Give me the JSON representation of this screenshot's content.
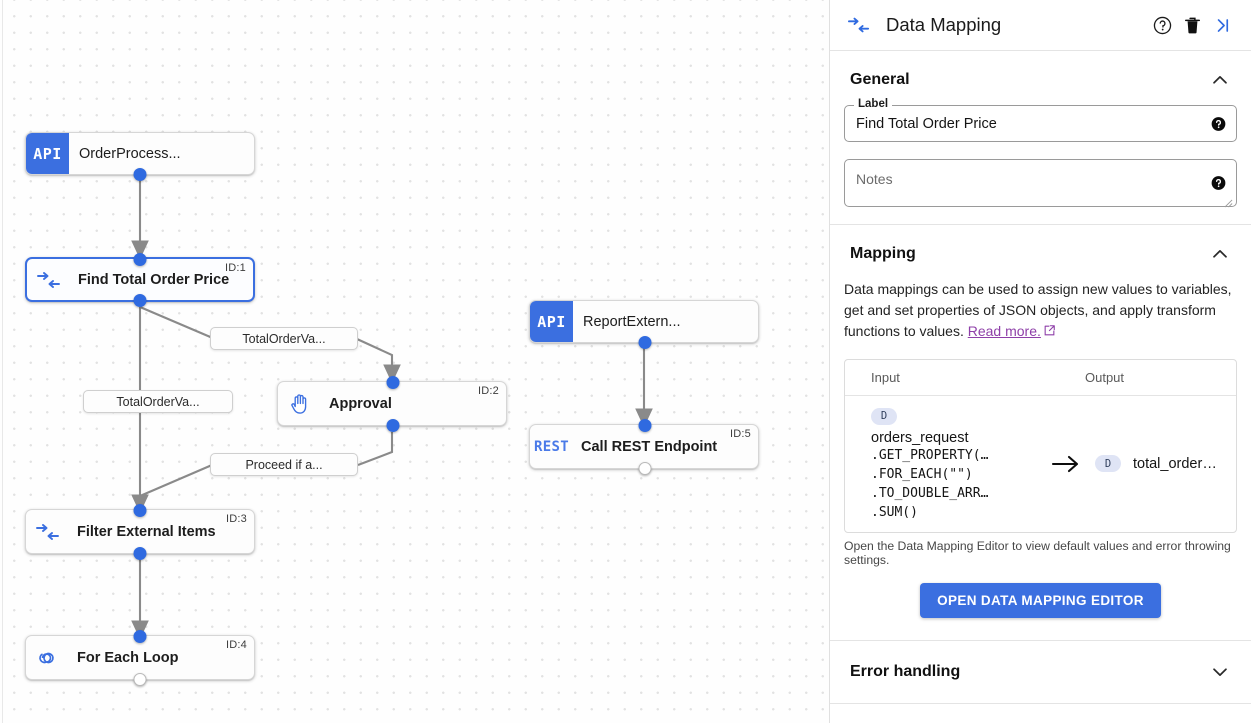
{
  "canvas": {
    "nodes": [
      {
        "id": "n0",
        "label": "OrderProcess...",
        "icon_name": "api-icon",
        "icon_text": "API",
        "kind": "api",
        "id_tag": ""
      },
      {
        "id": "n1",
        "label": "Find Total Order Price",
        "icon_name": "data-mapping-icon",
        "icon_text": "",
        "kind": "plain",
        "id_tag": "ID:1"
      },
      {
        "id": "n2",
        "label": "Approval",
        "icon_name": "hand-approval-icon",
        "icon_text": "",
        "kind": "plain",
        "id_tag": "ID:2"
      },
      {
        "id": "n3",
        "label": "Filter External Items",
        "icon_name": "data-mapping-icon",
        "icon_text": "",
        "kind": "plain",
        "id_tag": "ID:3"
      },
      {
        "id": "n4",
        "label": "For Each Loop",
        "icon_name": "loop-icon",
        "icon_text": "",
        "kind": "plain",
        "id_tag": "ID:4"
      },
      {
        "id": "n5",
        "label": "ReportExtern...",
        "icon_name": "api-icon",
        "icon_text": "API",
        "kind": "api",
        "id_tag": ""
      },
      {
        "id": "n6",
        "label": "Call REST Endpoint",
        "icon_name": "rest-icon",
        "icon_text": "REST",
        "kind": "plain",
        "id_tag": "ID:5"
      }
    ],
    "edge_labels": [
      {
        "id": "e0",
        "text": "TotalOrderVa..."
      },
      {
        "id": "e1",
        "text": "TotalOrderVa..."
      },
      {
        "id": "e2",
        "text": "Proceed if a..."
      }
    ]
  },
  "panel": {
    "title": "Data Mapping",
    "header_icons": {
      "help": "help-circle-icon",
      "delete": "trash-icon",
      "collapse": "collapse-panel-icon"
    },
    "general": {
      "title": "General",
      "label_field": {
        "legend": "Label",
        "value": "Find Total Order Price"
      },
      "notes_field": {
        "placeholder": "Notes",
        "value": ""
      }
    },
    "mapping": {
      "title": "Mapping",
      "description_part1": "Data mappings can be used to assign new values to variables, get and set properties of JSON objects, and apply transform functions to values. ",
      "link_text": "Read more.",
      "columns": {
        "input": "Input",
        "output": "Output"
      },
      "rows": [
        {
          "input_badge": "D",
          "input_var": "orders_request",
          "input_expr": [
            ".GET_PROPERTY(…",
            ".FOR_EACH(\"\")",
            ".TO_DOUBLE_ARR…",
            ".SUM()"
          ],
          "arrow": "→",
          "output_badge": "D",
          "output_var": "total_order…"
        }
      ],
      "footnote": "Open the Data Mapping Editor to view default values and error throwing settings.",
      "button_label": "OPEN DATA MAPPING EDITOR"
    },
    "error_handling": {
      "title": "Error handling"
    }
  },
  "colors": {
    "accent_blue": "#3b6fe0",
    "link_purple": "#8e3fa8",
    "badge_bg": "#dfe4f5"
  }
}
